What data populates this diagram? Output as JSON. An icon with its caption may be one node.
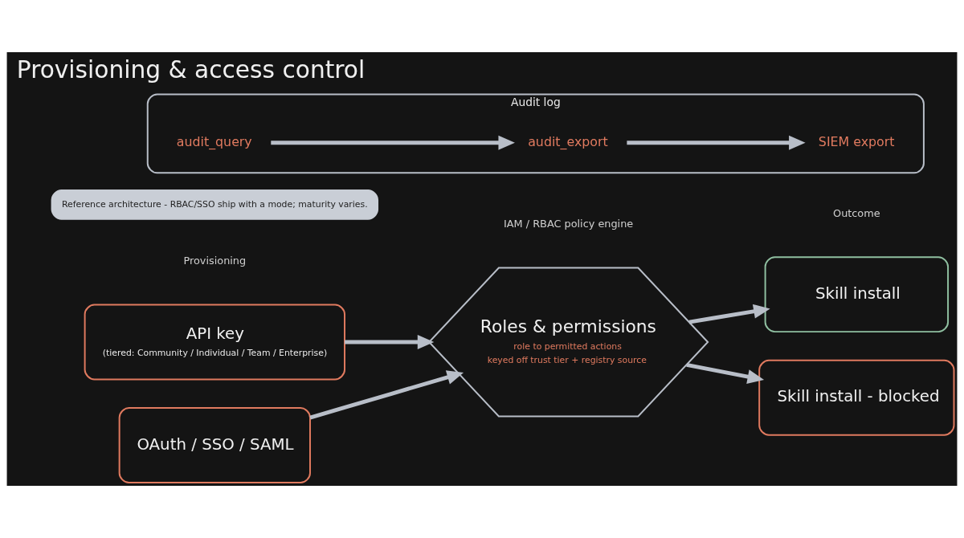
{
  "diagram": {
    "title": "Provisioning & access control",
    "nodes": [
      {
        "text": [
          "API key",
          "(tiered: Community / Individual / Team / Enterprise)"
        ]
      },
      {
        "text": [
          "OAuth / SSO / SAML"
        ]
      },
      {
        "text": [
          "Roles & permissions",
          "role to permitted actions",
          "keyed off trust tier + registry source"
        ]
      },
      {
        "text": [
          "Skill install"
        ]
      },
      {
        "text": [
          "Skill install - blocked"
        ]
      },
      {
        "text": [
          "Audit log"
        ]
      },
      {
        "text": [
          "audit_query"
        ],
        "in": 5
      },
      {
        "text": [
          "audit_export"
        ],
        "in": 5
      },
      {
        "text": [
          "SIEM export"
        ],
        "in": 5
      }
    ],
    "edges": [
      {
        "from": 0,
        "to": 2,
        "arrow": "to"
      },
      {
        "from": 1,
        "to": 2,
        "arrow": "to"
      },
      {
        "from": 2,
        "to": 3,
        "arrow": "to"
      },
      {
        "from": 2,
        "to": 4,
        "arrow": "to"
      },
      {
        "from": 6,
        "to": 7,
        "arrow": "to"
      },
      {
        "from": 7,
        "to": 8,
        "arrow": "to"
      }
    ],
    "labels": [
      "Provisioning",
      "IAM / RBAC policy engine",
      "Outcome",
      "Reference architecture - RBAC/SSO ship with a mode; maturity varies."
    ]
  }
}
